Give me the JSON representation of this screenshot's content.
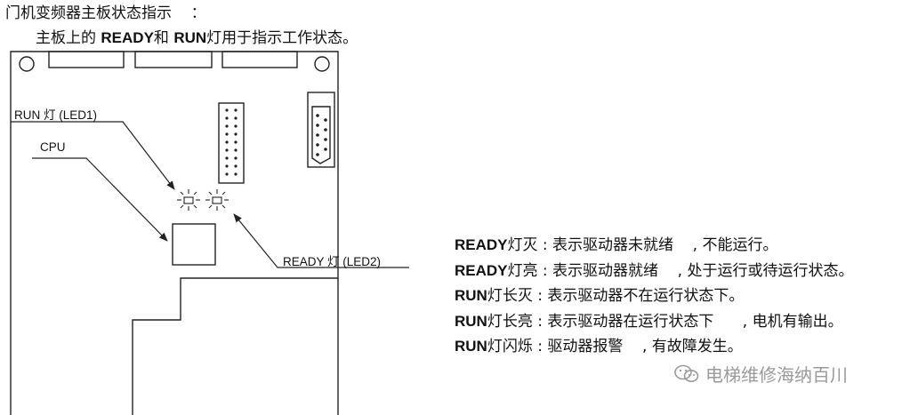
{
  "header": {
    "title": "门机变频器主板状态指示    ：",
    "intro_prefix": "主板上的 ",
    "intro_ready": "READY",
    "intro_mid": "和 ",
    "intro_run": "RUN",
    "intro_suffix": "灯用于指示工作状态。"
  },
  "diagram": {
    "label_run_led": "RUN 灯 (LED1)",
    "label_cpu": "CPU",
    "label_ready_led": "READY 灯 (LED2)"
  },
  "legend": [
    {
      "key": "READY",
      "text": "灯灭 : 表示驱动器未就绪    , 不能运行。"
    },
    {
      "key": "READY",
      "text": "灯亮 : 表示驱动器就绪    , 处于运行或待运行状态。"
    },
    {
      "key": "RUN",
      "text": "灯长灭 : 表示驱动器不在运行状态下。"
    },
    {
      "key": "RUN",
      "text": "灯长亮 : 表示驱动器在运行状态下      , 电机有输出。"
    },
    {
      "key": "RUN",
      "text": "灯闪烁 : 驱动器报警    , 有故障发生。"
    }
  ],
  "watermark": {
    "text": "电梯维修海纳百川",
    "icon": "wechat-icon",
    "color": "#9a9a9a"
  }
}
